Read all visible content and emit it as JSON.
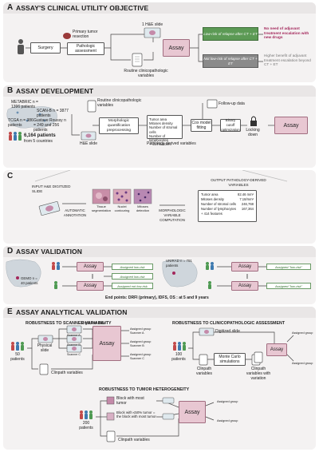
{
  "panelA": {
    "letter": "A",
    "title": "ASSAY'S CLINICAL UTILITY OBJECTIVE",
    "surgery": "Surgery",
    "primary_tumor": "Primary tumor resection",
    "pathologic": "Pathologic assessment",
    "he_slide": "1 H&E slide",
    "routine": "Routine clinicopathologic variables",
    "assay": "Assay",
    "low_risk": "Low-risk of relapse after CT + ET",
    "not_low_risk": "Not low-risk of relapse after CT + ET",
    "no_need": "No need of adjuvant treatment escalation with new drugs",
    "higher_benefit": "Higher benefit of adjuvant treatment escalation beyond CT + ET"
  },
  "panelB": {
    "letter": "B",
    "title": "ASSAY DEVELOPMENT",
    "metabric": "METABRIC n = 1396 patients",
    "scanb": "SCAN-B n = 3877 patients",
    "tcga": "TCGA n = 386 patients",
    "gustave": "Gustave Roussy n = 249 and 256 patients",
    "patients_total": "6,164 patients",
    "countries": "from 5 countries",
    "routine": "Routine clinicopathologic variables",
    "followup": "Follow-up data",
    "he": "H&E slide",
    "morph": "Morphologic quantification preprocessing",
    "features": [
      "Tumor area",
      "Mitoses density",
      "Number of stromal cells",
      "Number of lymphocytes",
      "+ 414 features"
    ],
    "path_derived": "Pathology-derived variables",
    "cox": "Cox model fitting",
    "binary": "Binary cutoff optimization",
    "locking": "Locking down",
    "assay": "Assay"
  },
  "panelC": {
    "letter": "C",
    "input": "INPUT H&E DIGITIZED SLIDE",
    "auto": "AUTOMATIC ANNOTATION",
    "tissue": "Tissue segmentation",
    "nuclei": "Nuclei contouring",
    "mitoses": "Mitoses detection",
    "morph_comp": "MORPHOLOGIC VARIABLE COMPUTATION",
    "output": "OUTPUT PATHOLOGY-DERIVED VARIABLES",
    "out_rows": [
      {
        "label": "Tumor area",
        "value": "82.46 mm²"
      },
      {
        "label": "Mitoses density",
        "value": "7.18/mm²"
      },
      {
        "label": "Number of stromal cells",
        "value": "246,768"
      },
      {
        "label": "Number of lymphocytes",
        "value": "167,364"
      },
      {
        "label": "+ 414 features",
        "value": ""
      }
    ]
  },
  "panelD": {
    "letter": "D",
    "title": "ASSAY VALIDATION",
    "gemo": "GEMO n = 40 patients",
    "unirad": "UNIRAD n = 791 patients",
    "assay": "Assay",
    "left_groups": [
      "Assigned low-risk",
      "Assigned low-risk",
      "Assigned not low-risk"
    ],
    "right_groups": [
      "Assigned \"low-risk\"",
      "Assigned \"low-risk\""
    ],
    "endpoints": "End points: DRFI (primary), IDFS, OS : at 5 and 9 years"
  },
  "panelE": {
    "letter": "E",
    "title": "ASSAY ANALYTICAL VALIDATION",
    "scanner_title": "ROBUSTNESS TO SCANNER VARIABILITY",
    "scanner_n": "50 patients",
    "physical": "Physical slide",
    "digitized": "Digitized slide",
    "scanners": [
      "Scanner A",
      "Scanner B",
      "Scanner C"
    ],
    "clinpath": "Clinpath variables",
    "assay": "Assay",
    "assigned_groups": [
      "Assigned group Scanner A",
      "Assigned group Scanner B",
      "Assigned group Scanner C"
    ],
    "clinico_title": "ROBUSTNESS TO CLINICOPATHOLOGIC ASSESSMENT",
    "clinico_n": "100 patients",
    "clinico_digitized": "Digitized slide",
    "clinico_clinpath": "Clinpath variables",
    "monte": "Monte Carlo simulations",
    "clinpath_var": "Clinpath variables with variation",
    "clinico_groups": [
      "Assigned group",
      "Assigned group"
    ],
    "hetero_title": "ROBUSTNESS TO TUMOR HETEROGENEITY",
    "hetero_n": "200 patients",
    "block_most": "Block with most tumor",
    "block_50": "Block with ≤50% tumor = the block with most tumor",
    "hetero_clinpath": "Clinpath variables",
    "hetero_groups": [
      "Assigned group",
      "Assigned group"
    ]
  },
  "colors": {
    "assay_pink": "#e8c7d2",
    "green": "#5c9a55",
    "grey": "#8a8a8a",
    "red_text": "#a3275b"
  }
}
